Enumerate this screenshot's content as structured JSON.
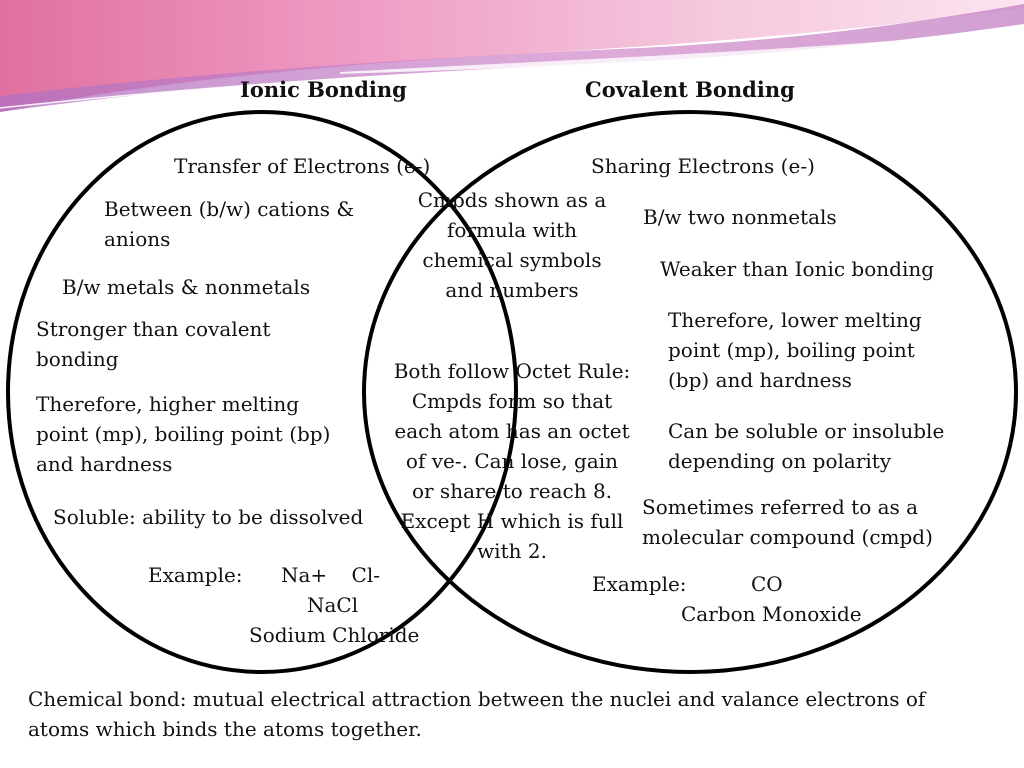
{
  "headings": {
    "ionic": "Ionic Bonding",
    "covalent": "Covalent Bonding"
  },
  "ionic": {
    "transfer": "Transfer of Electrons (e-)",
    "between": "Between (b/w) cations & anions",
    "metals": "B/w metals & nonmetals",
    "stronger": "Stronger than covalent bonding",
    "higher": "Therefore, higher melting point (mp), boiling point (bp) and hardness",
    "soluble": "Soluble: ability to be dissolved",
    "example_label": "Example:",
    "example_ions": "Na+ Cl-",
    "example_formula": "NaCl",
    "example_name": "Sodium Chloride"
  },
  "shared": {
    "formula": "Cmpds shown as a formula with chemical symbols and numbers",
    "octet": "Both follow Octet Rule: Cmpds form so that each atom has an octet of ve-. Can lose, gain or share to reach 8. Except H which is full with 2."
  },
  "covalent": {
    "sharing": "Sharing Electrons (e-)",
    "nonmetals": "B/w two nonmetals",
    "weaker": "Weaker than Ionic bonding",
    "lower": "Therefore, lower melting point (mp), boiling point (bp) and hardness",
    "polarity": "Can be soluble or insoluble depending on polarity",
    "molecular": "Sometimes referred to as a molecular compound (cmpd)",
    "example_label": "Example:",
    "example_formula": "CO",
    "example_name": "Carbon Monoxide"
  },
  "definition": "Chemical bond: mutual electrical attraction between the nuclei and valance electrons of atoms which binds the atoms together.",
  "colors": {
    "banner_pink": "#dd88b8",
    "banner_purple": "#a46ab8",
    "banner_light": "#f4c6dc",
    "circle_stroke": "#000000"
  }
}
